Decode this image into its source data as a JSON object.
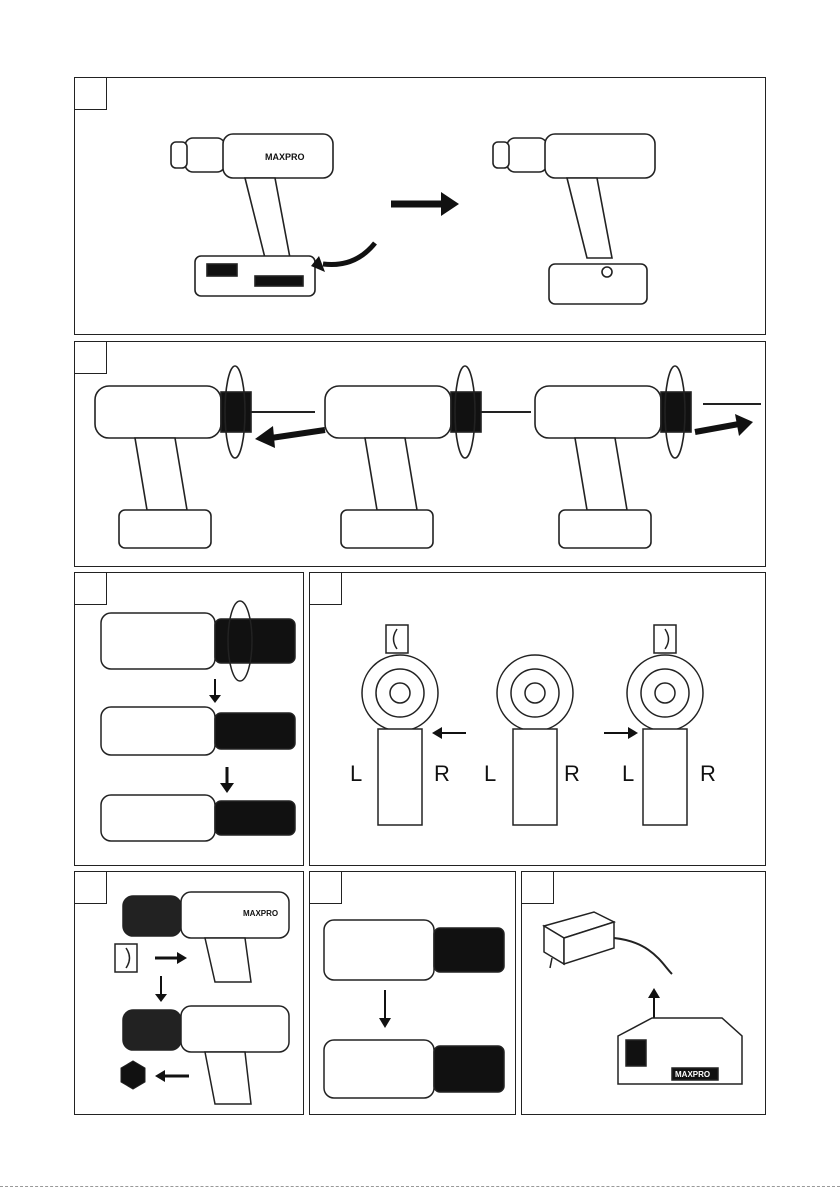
{
  "brand": "MAXPRO",
  "rotation_labels": {
    "left": "L",
    "right": "R"
  },
  "colors": {
    "line": "#222222",
    "fill": "#ffffff",
    "dark": "#111111"
  }
}
